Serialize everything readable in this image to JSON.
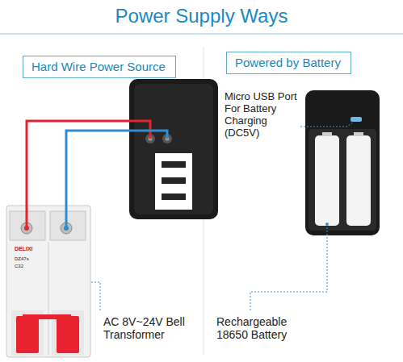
{
  "diagram": {
    "title": "Power Supply Ways",
    "nodes": [
      {
        "text": [
          "Hard Wire Power Source"
        ]
      },
      {
        "text": [
          "Powered by Battery"
        ]
      }
    ],
    "labels": [
      "Micro USB Port For Battery Charging (DC5V)",
      "AC 8V~24V Bell Transformer",
      "Rechargeable 18650 Battery",
      "DELIXI",
      "DZ47s",
      "C32"
    ]
  }
}
